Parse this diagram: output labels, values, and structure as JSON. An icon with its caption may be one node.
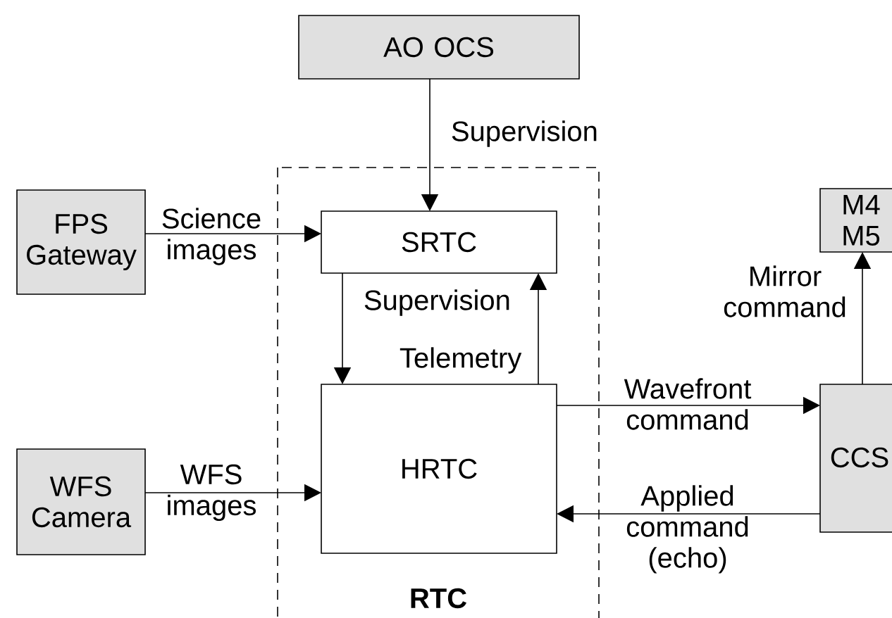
{
  "diagram": {
    "nodes": [
      {
        "text": [
          "AO OCS"
        ]
      },
      {
        "text": [
          "RTC"
        ]
      },
      {
        "text": [
          "SRTC"
        ],
        "in": 1
      },
      {
        "text": [
          "HRTC"
        ],
        "in": 1
      },
      {
        "text": [
          "FPS Gateway"
        ]
      },
      {
        "text": [
          "WFS Camera"
        ]
      },
      {
        "text": [
          "M4 M5"
        ]
      },
      {
        "text": [
          "CCS"
        ]
      }
    ],
    "edges": [
      {
        "from": 0,
        "to": 2,
        "arrow": "to",
        "label": "Supervision"
      },
      {
        "from": 4,
        "to": 2,
        "arrow": "to",
        "label": "Science images"
      },
      {
        "from": 2,
        "to": 3,
        "arrow": "to",
        "label": "Supervision"
      },
      {
        "from": 3,
        "to": 2,
        "arrow": "to",
        "label": "Telemetry"
      },
      {
        "from": 5,
        "to": 3,
        "arrow": "to",
        "label": "WFS images"
      },
      {
        "from": 3,
        "to": 7,
        "arrow": "to",
        "label": "Wavefront command"
      },
      {
        "from": 7,
        "to": 3,
        "arrow": "to",
        "label": "Applied command (echo)"
      },
      {
        "from": 7,
        "to": 6,
        "arrow": "to",
        "label": "Mirror command"
      }
    ]
  }
}
